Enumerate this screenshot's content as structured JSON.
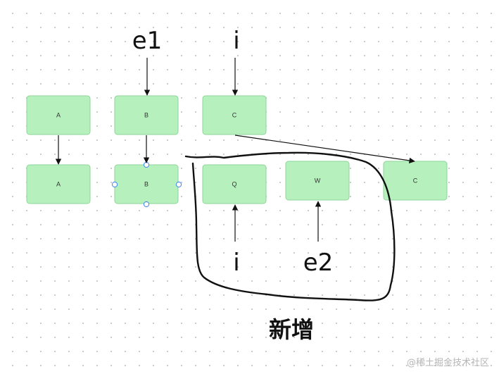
{
  "diagram": {
    "nodes": {
      "top_a": "A",
      "top_b": "B",
      "top_c": "C",
      "bot_a": "A",
      "bot_b": "B",
      "bot_q": "Q",
      "bot_w": "W",
      "bot_c": "C"
    },
    "annotations": {
      "e1": "e1",
      "i_top": "i",
      "i_bottom": "i",
      "e2": "e2"
    },
    "caption": "新增",
    "colors": {
      "node_fill": "#b6f0bd",
      "node_stroke": "#8fd59a",
      "selection_handle": "#3b82f6"
    }
  },
  "watermark": "@稀土掘金技术社区"
}
